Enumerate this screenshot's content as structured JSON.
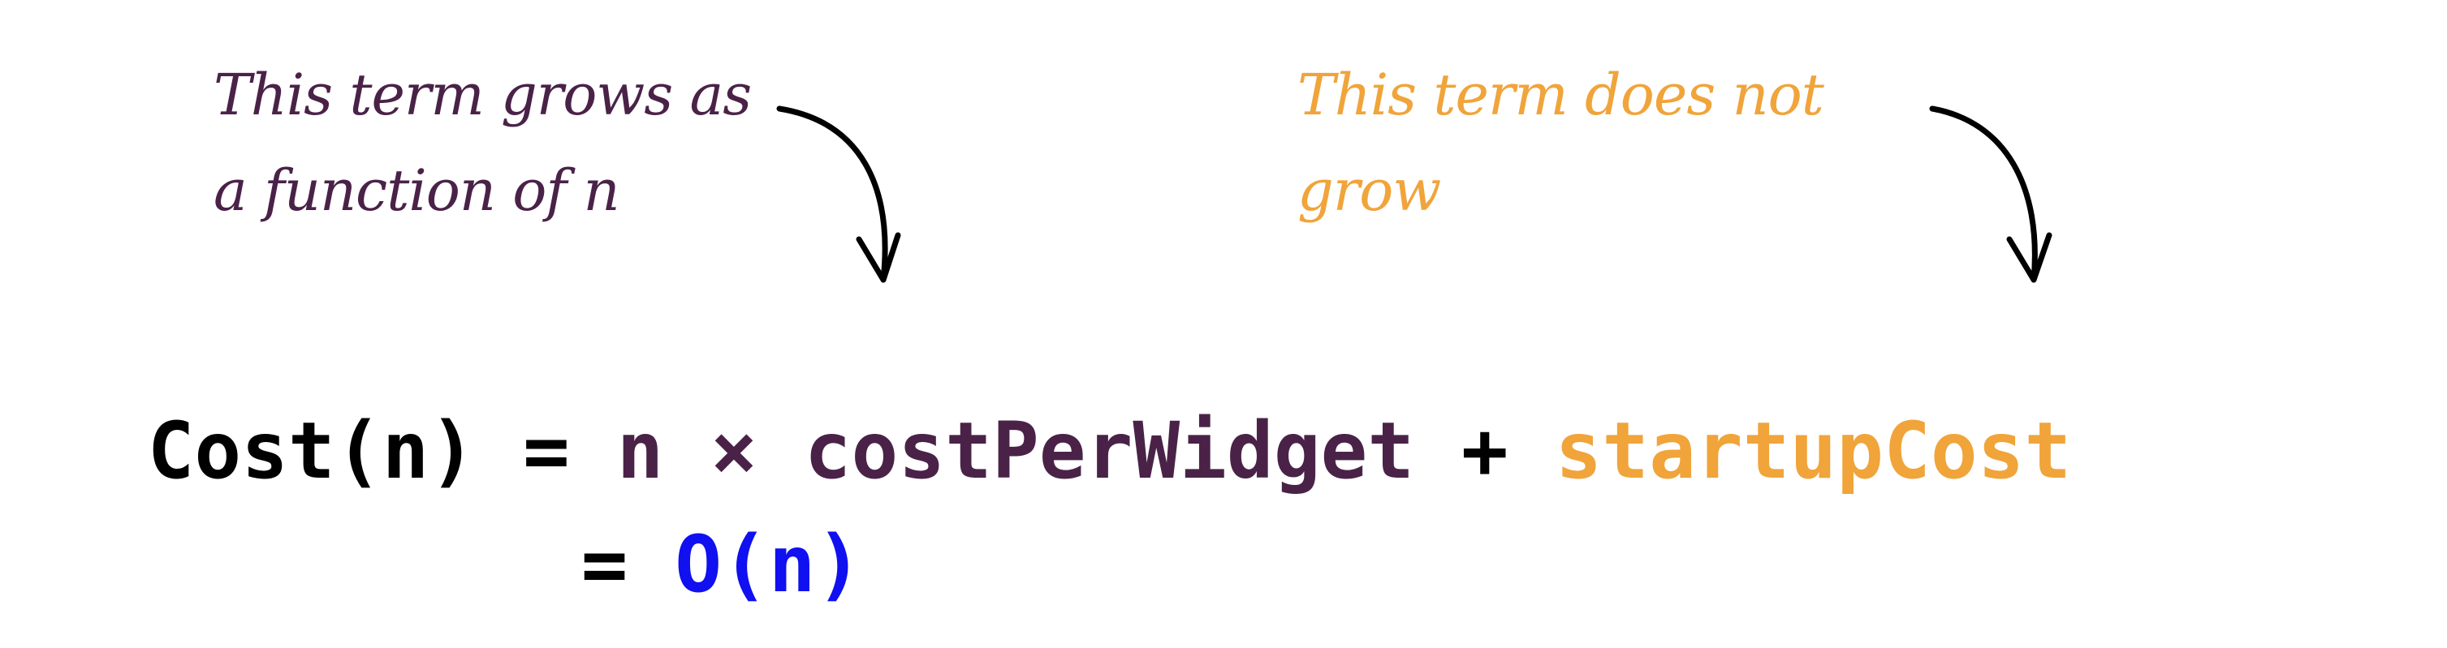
{
  "colors": {
    "black": "#000000",
    "purple": "#4a2248",
    "orange": "#f0a43a",
    "blue": "#1010f0"
  },
  "annotations": {
    "left": {
      "line1": "This term grows as",
      "line2": "a function of n"
    },
    "right": {
      "line1": "This term does not",
      "line2": "grow"
    }
  },
  "equation": {
    "lhs": "Cost(n)",
    "equals1": "=",
    "n": "n",
    "times": "×",
    "costPerWidget": "costPerWidget",
    "plus": "+",
    "startupCost": "startupCost",
    "equals2": "=",
    "bigO": "O(n)"
  },
  "icons": {
    "left_arrow": "curved-arrow-down-icon",
    "right_arrow": "curved-arrow-down-icon"
  }
}
